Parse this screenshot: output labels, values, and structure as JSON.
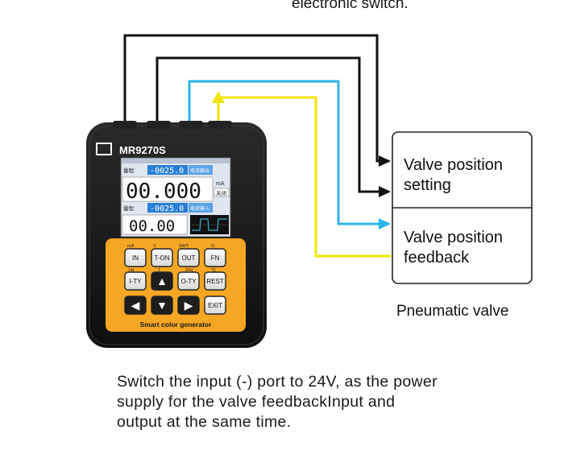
{
  "top_caption": "electronic switch.",
  "device": {
    "model": "MR9270S",
    "subtitle": "Smart color generator",
    "screen": {
      "row1_label": "量程:",
      "row1_value": "-0025.0",
      "row1_tag": "电流输出",
      "main_value": "00.000",
      "main_unit": "mA",
      "main_badge": "关闭",
      "row3_label": "量程:",
      "row3_value": "-0025.0",
      "row3_tag": "电流输入",
      "bottom_value": "00.00"
    },
    "keys": [
      "IN",
      "T-ON",
      "OUT",
      "FN",
      "I-TY",
      "▲",
      "O-TY",
      "REST",
      "◀",
      "▼",
      "▶",
      "EXIT"
    ],
    "key_top_labels": [
      "mA",
      "V",
      "SWT",
      "Ω",
      "Hz",
      "T",
      "24V",
      "°C"
    ]
  },
  "valve": {
    "input_label_line1": "Valve position",
    "input_label_line2": "setting",
    "feedback_label_line1": "Valve position",
    "feedback_label_line2": "feedback",
    "name": "Pneumatic valve"
  },
  "caption": {
    "line1": "Switch the input (-) port to 24V, as the power",
    "line2": "supply for the valve feedbackInput and",
    "line3": "output at the same time."
  },
  "colors": {
    "wire_black": "#111111",
    "wire_cyan": "#2bb6e8",
    "wire_yellow": "#f2e600",
    "keypad_orange": "#f5a623",
    "screen_blue": "#2a7fd6"
  }
}
